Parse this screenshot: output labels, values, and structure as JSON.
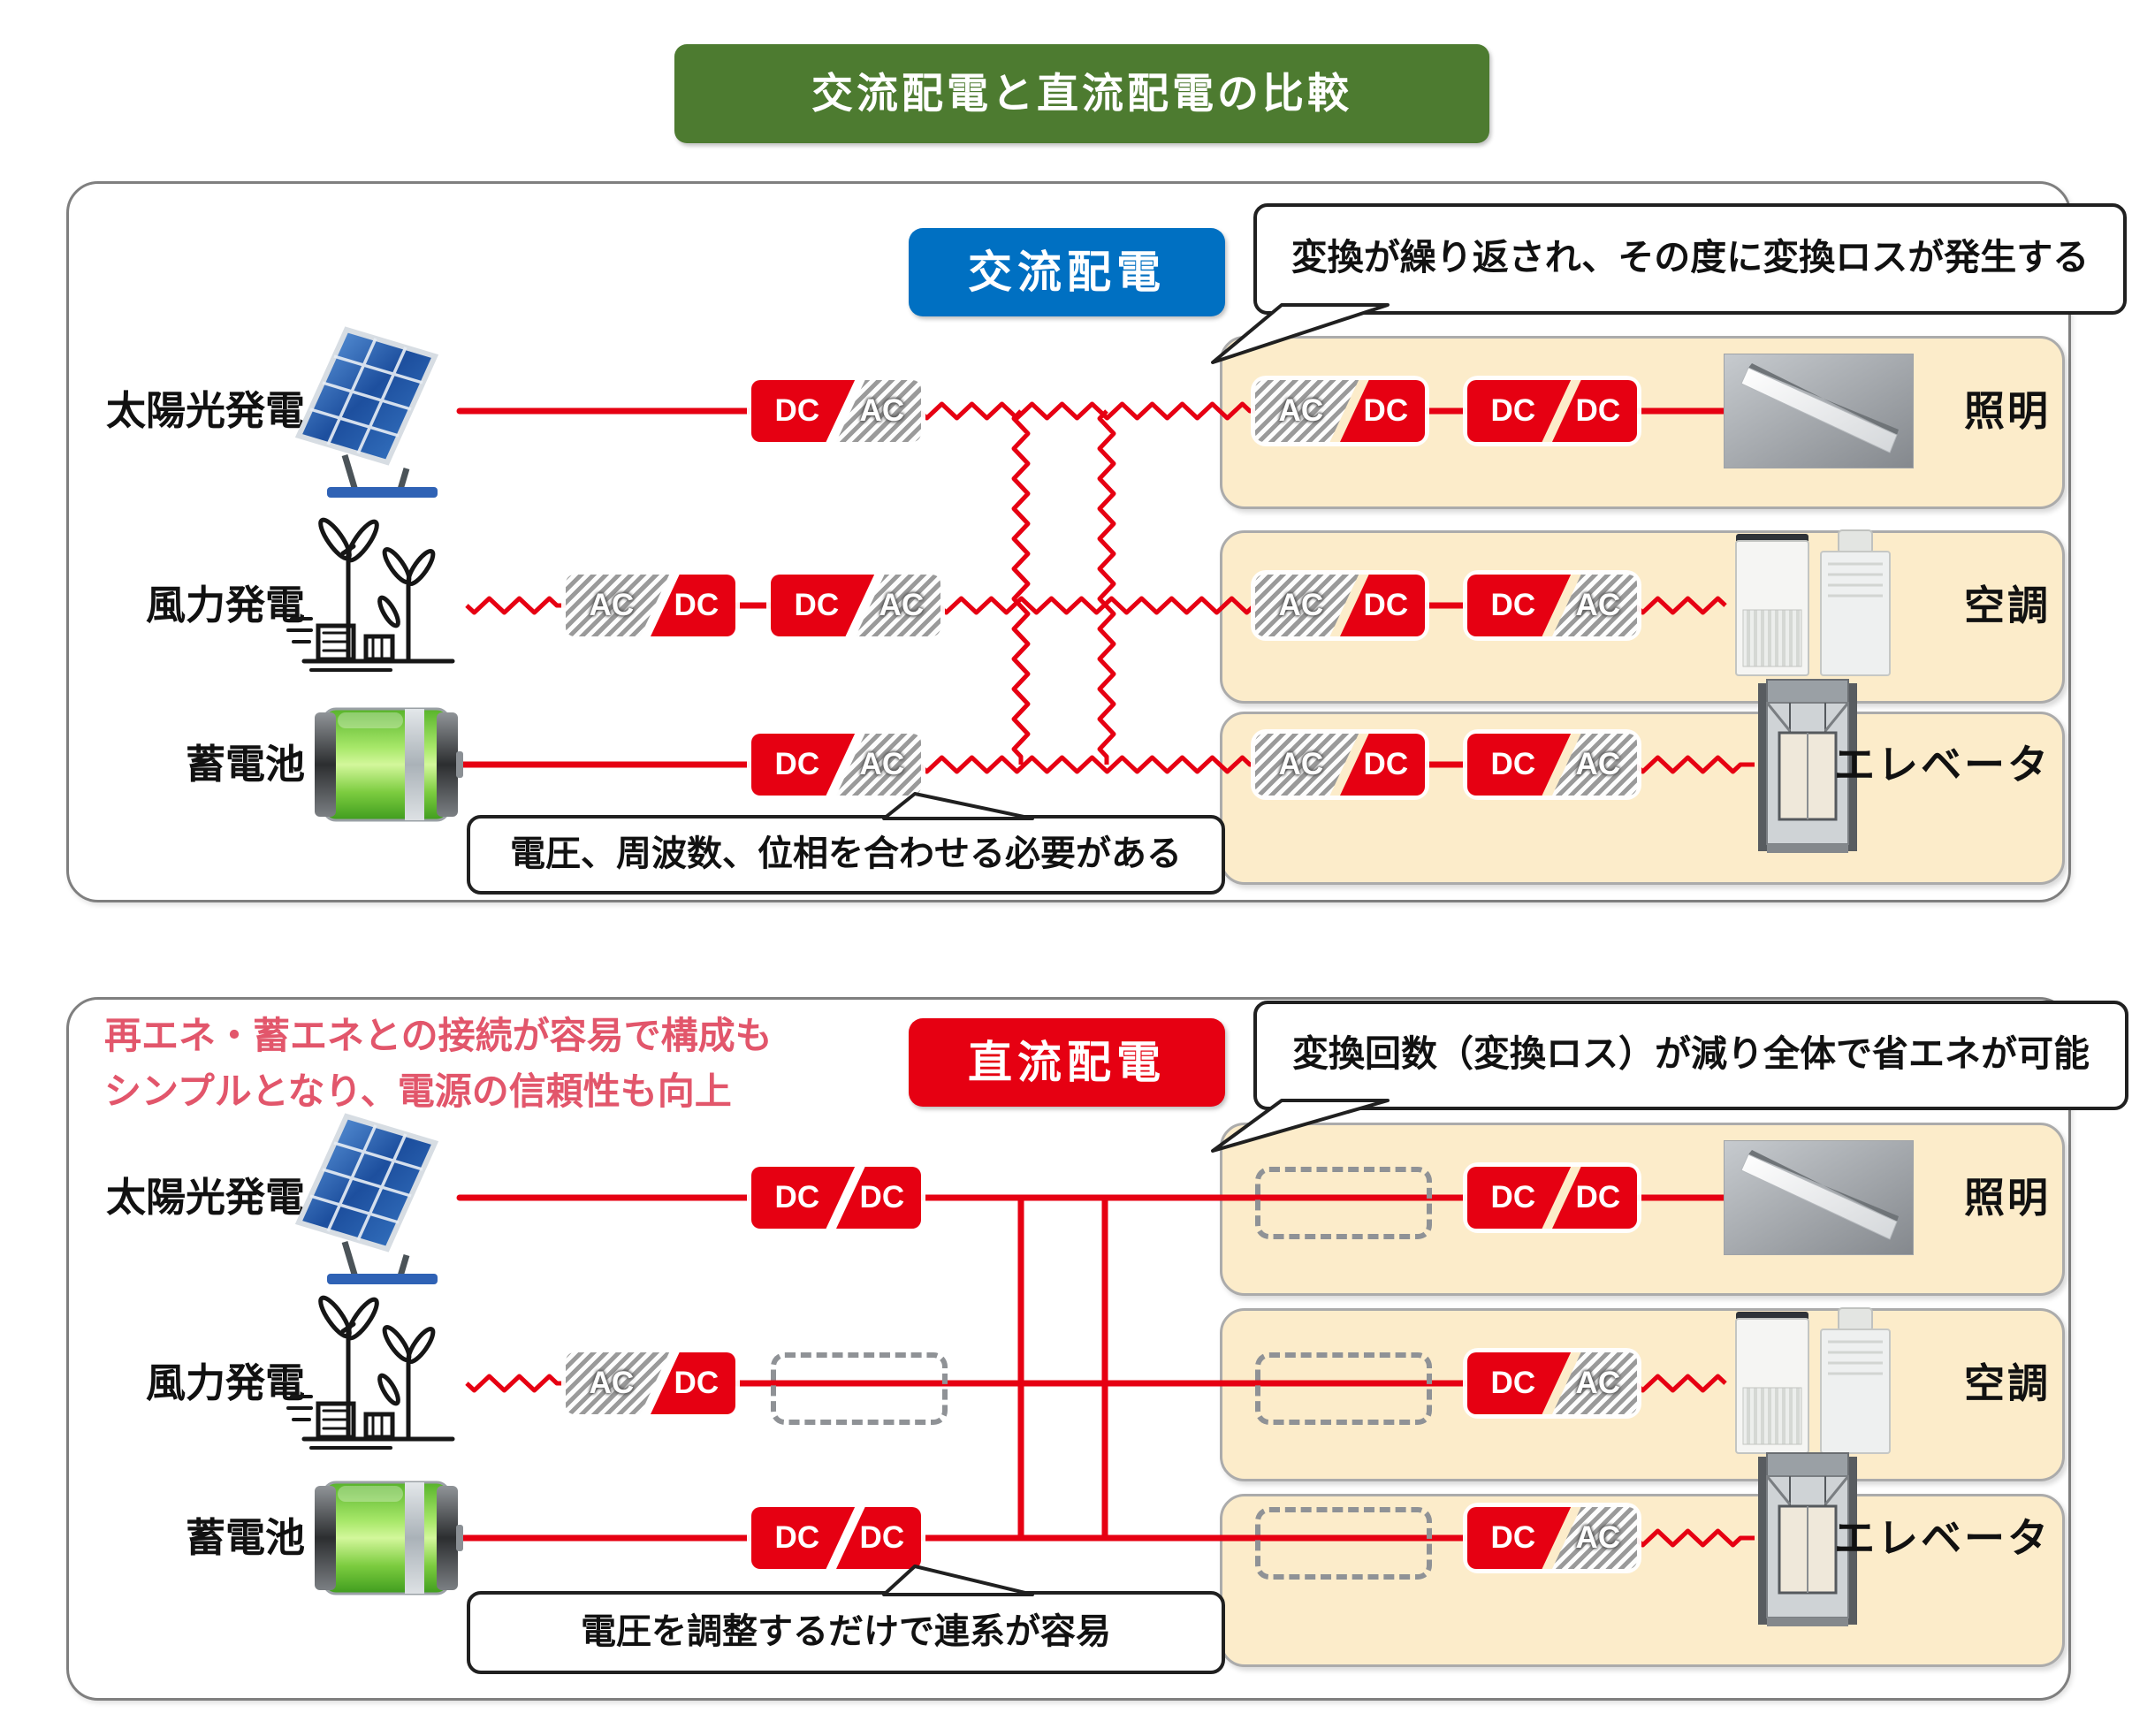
{
  "title": "交流配電と直流配電の比較",
  "labels": {
    "dc": "DC",
    "ac": "AC"
  },
  "sources": {
    "solar": "太陽光発電",
    "wind": "風力発電",
    "battery": "蓄電池"
  },
  "loads": {
    "lighting": "照明",
    "aircon": "空調",
    "elevator": "エレベータ"
  },
  "ac_panel": {
    "title": "交流配電",
    "callout_top": "変換が繰り返され、その度に変換ロスが発生する",
    "callout_bottom": "電圧、周波数、位相を合わせる必要がある",
    "rows": [
      {
        "source": "太陽光発電",
        "source_converters": [
          "DC/AC"
        ],
        "load": "照明",
        "load_converters": [
          "AC/DC",
          "DC/DC"
        ]
      },
      {
        "source": "風力発電",
        "source_converters": [
          "AC/DC",
          "DC/AC"
        ],
        "load": "空調",
        "load_converters": [
          "AC/DC",
          "DC/AC"
        ]
      },
      {
        "source": "蓄電池",
        "source_converters": [
          "DC/AC"
        ],
        "load": "エレベータ",
        "load_converters": [
          "AC/DC",
          "DC/AC"
        ]
      }
    ]
  },
  "dc_panel": {
    "title": "直流配電",
    "note_line1": "再エネ・蓄エネとの接続が容易で構成も",
    "note_line2": "シンプルとなり、電源の信頼性も向上",
    "callout_top": "変換回数（変換ロス）が減り全体で省エネが可能",
    "callout_bottom": "電圧を調整するだけで連系が容易",
    "rows": [
      {
        "source": "太陽光発電",
        "source_converters": [
          "DC/DC"
        ],
        "load": "照明",
        "load_converters": [
          "(削減)",
          "DC/DC"
        ]
      },
      {
        "source": "風力発電",
        "source_converters": [
          "AC/DC",
          "(削減)"
        ],
        "load": "空調",
        "load_converters": [
          "(削減)",
          "DC/AC"
        ]
      },
      {
        "source": "蓄電池",
        "source_converters": [
          "DC/DC"
        ],
        "load": "エレベータ",
        "load_converters": [
          "(削減)",
          "DC/AC"
        ]
      }
    ]
  },
  "colors": {
    "accent_red": "#e60012",
    "accent_blue": "#0070c2",
    "title_green": "#4d7b30",
    "load_box_cream": "#fcecca",
    "note_red": "#e2566b"
  }
}
